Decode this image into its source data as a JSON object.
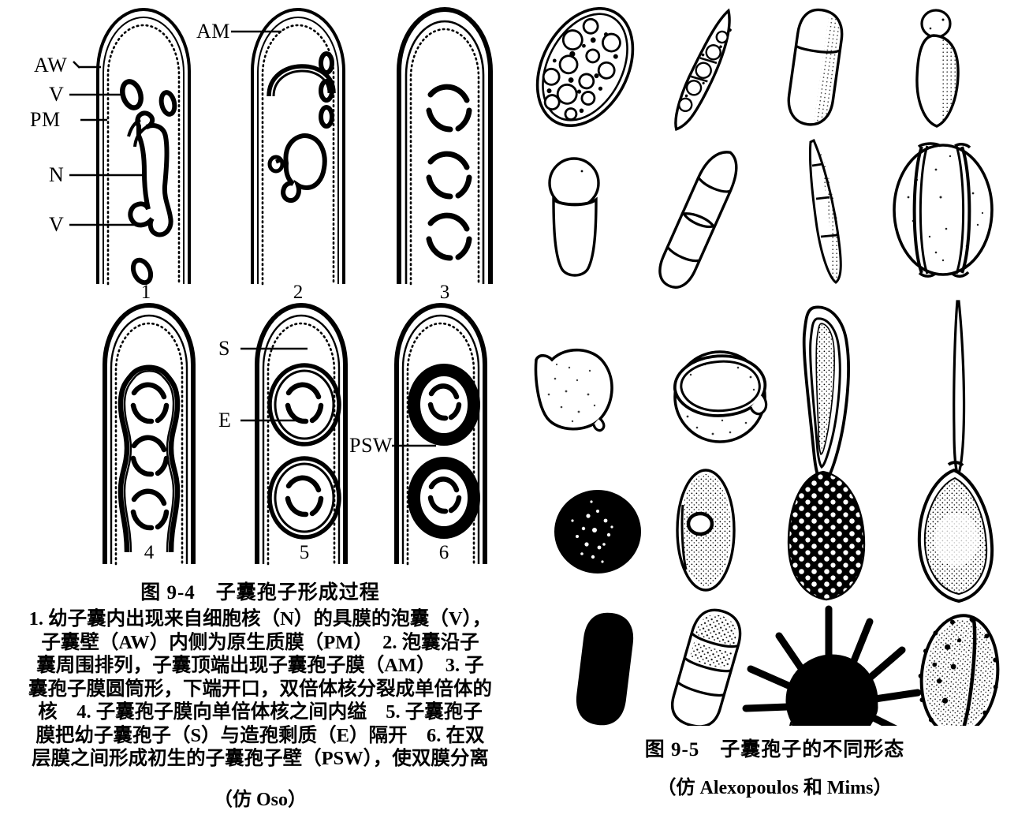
{
  "figures": [
    {
      "id": "fig-9-4",
      "number": "图 9-4",
      "title": "子囊孢子形成过程",
      "caption_title": "图 9-4　子囊孢子形成过程",
      "caption_lines": [
        "1. 幼子囊内出现来自细胞核（N）的具膜的泡囊（V），",
        "子囊壁（AW）内侧为原生质膜（PM）　2. 泡囊沿子",
        "囊周围排列，子囊顶端出现子囊孢子膜（AM）　3. 子",
        "囊孢子膜圆筒形，下端开口，双倍体核分裂成单倍体的",
        "核　4. 子囊孢子膜向单倍体核之间内缢　5. 子囊孢子",
        "膜把幼子囊孢子（S）与造孢剩质（E）隔开　6. 在双",
        "层膜之间形成初生的子囊孢子壁（PSW），使双膜分离"
      ],
      "source": "（仿 Oso）",
      "panel_numbers": [
        "1",
        "2",
        "3",
        "4",
        "5",
        "6"
      ],
      "leader_labels": [
        {
          "text": "AW",
          "panel": "1"
        },
        {
          "text": "V",
          "panel": "1"
        },
        {
          "text": "PM",
          "panel": "1"
        },
        {
          "text": "N",
          "panel": "1"
        },
        {
          "text": "V",
          "panel": "1"
        },
        {
          "text": "AM",
          "panel": "2"
        },
        {
          "text": "S",
          "panel": "5"
        },
        {
          "text": "E",
          "panel": "5"
        },
        {
          "text": "PSW",
          "panel": "6"
        }
      ],
      "abbreviations": {
        "AW": "子囊壁",
        "PM": "原生质膜",
        "V": "泡囊",
        "N": "细胞核",
        "AM": "子囊孢子膜",
        "S": "幼子囊孢子",
        "E": "造孢剩质",
        "PSW": "初生的子囊孢子壁"
      }
    },
    {
      "id": "fig-9-5",
      "number": "图 9-5",
      "title": "子囊孢子的不同形态",
      "caption_title": "图 9-5　子囊孢子的不同形态",
      "source": "（仿 Alexopoulos 和 Mims）",
      "spore_rows": 5,
      "spore_cols": 4,
      "spores": [
        {
          "row": 1,
          "col": 1,
          "name": "ellipsoid-spore-with-oil-droplets"
        },
        {
          "row": 1,
          "col": 2,
          "name": "fusiform-septate-spore-with-guttules"
        },
        {
          "row": 1,
          "col": 3,
          "name": "two-celled-cylindrical-spore"
        },
        {
          "row": 1,
          "col": 4,
          "name": "clavate-spore-with-apical-knob"
        },
        {
          "row": 2,
          "col": 1,
          "name": "capitate-spore-with-round-cap"
        },
        {
          "row": 2,
          "col": 2,
          "name": "four-celled-clavate-septate-spore"
        },
        {
          "row": 2,
          "col": 3,
          "name": "filiform-multiseptate-spore"
        },
        {
          "row": 2,
          "col": 4,
          "name": "longitudinally-striate-ovoid-spore"
        },
        {
          "row": 3,
          "col": 1,
          "name": "hemispherical-helmet-spore"
        },
        {
          "row": 3,
          "col": 2,
          "name": "globose-spore-with-equatorial-wing"
        },
        {
          "row": 3,
          "col": 3,
          "name": "elongate-clavate-spore-with-inner-body"
        },
        {
          "row": 3,
          "col": 4,
          "name": "needle-shaped-acicular-spore"
        },
        {
          "row": 4,
          "col": 1,
          "name": "dark-globose-opaque-spore"
        },
        {
          "row": 4,
          "col": 2,
          "name": "stippled-fusiform-spore-with-pore"
        },
        {
          "row": 4,
          "col": 3,
          "name": "reticulate-pitted-dark-spore"
        },
        {
          "row": 4,
          "col": 4,
          "name": "citriform-punctate-spore"
        },
        {
          "row": 5,
          "col": 1,
          "name": "dark-five-celled-phragmospore"
        },
        {
          "row": 5,
          "col": 2,
          "name": "pale-five-celled-phragmospore"
        },
        {
          "row": 5,
          "col": 3,
          "name": "echinulate-spiny-muriform-spore"
        },
        {
          "row": 5,
          "col": 4,
          "name": "verrucose-ovoid-spore-with-spots"
        }
      ]
    }
  ],
  "colors": {
    "ink": "#000000",
    "paper": "#ffffff"
  }
}
